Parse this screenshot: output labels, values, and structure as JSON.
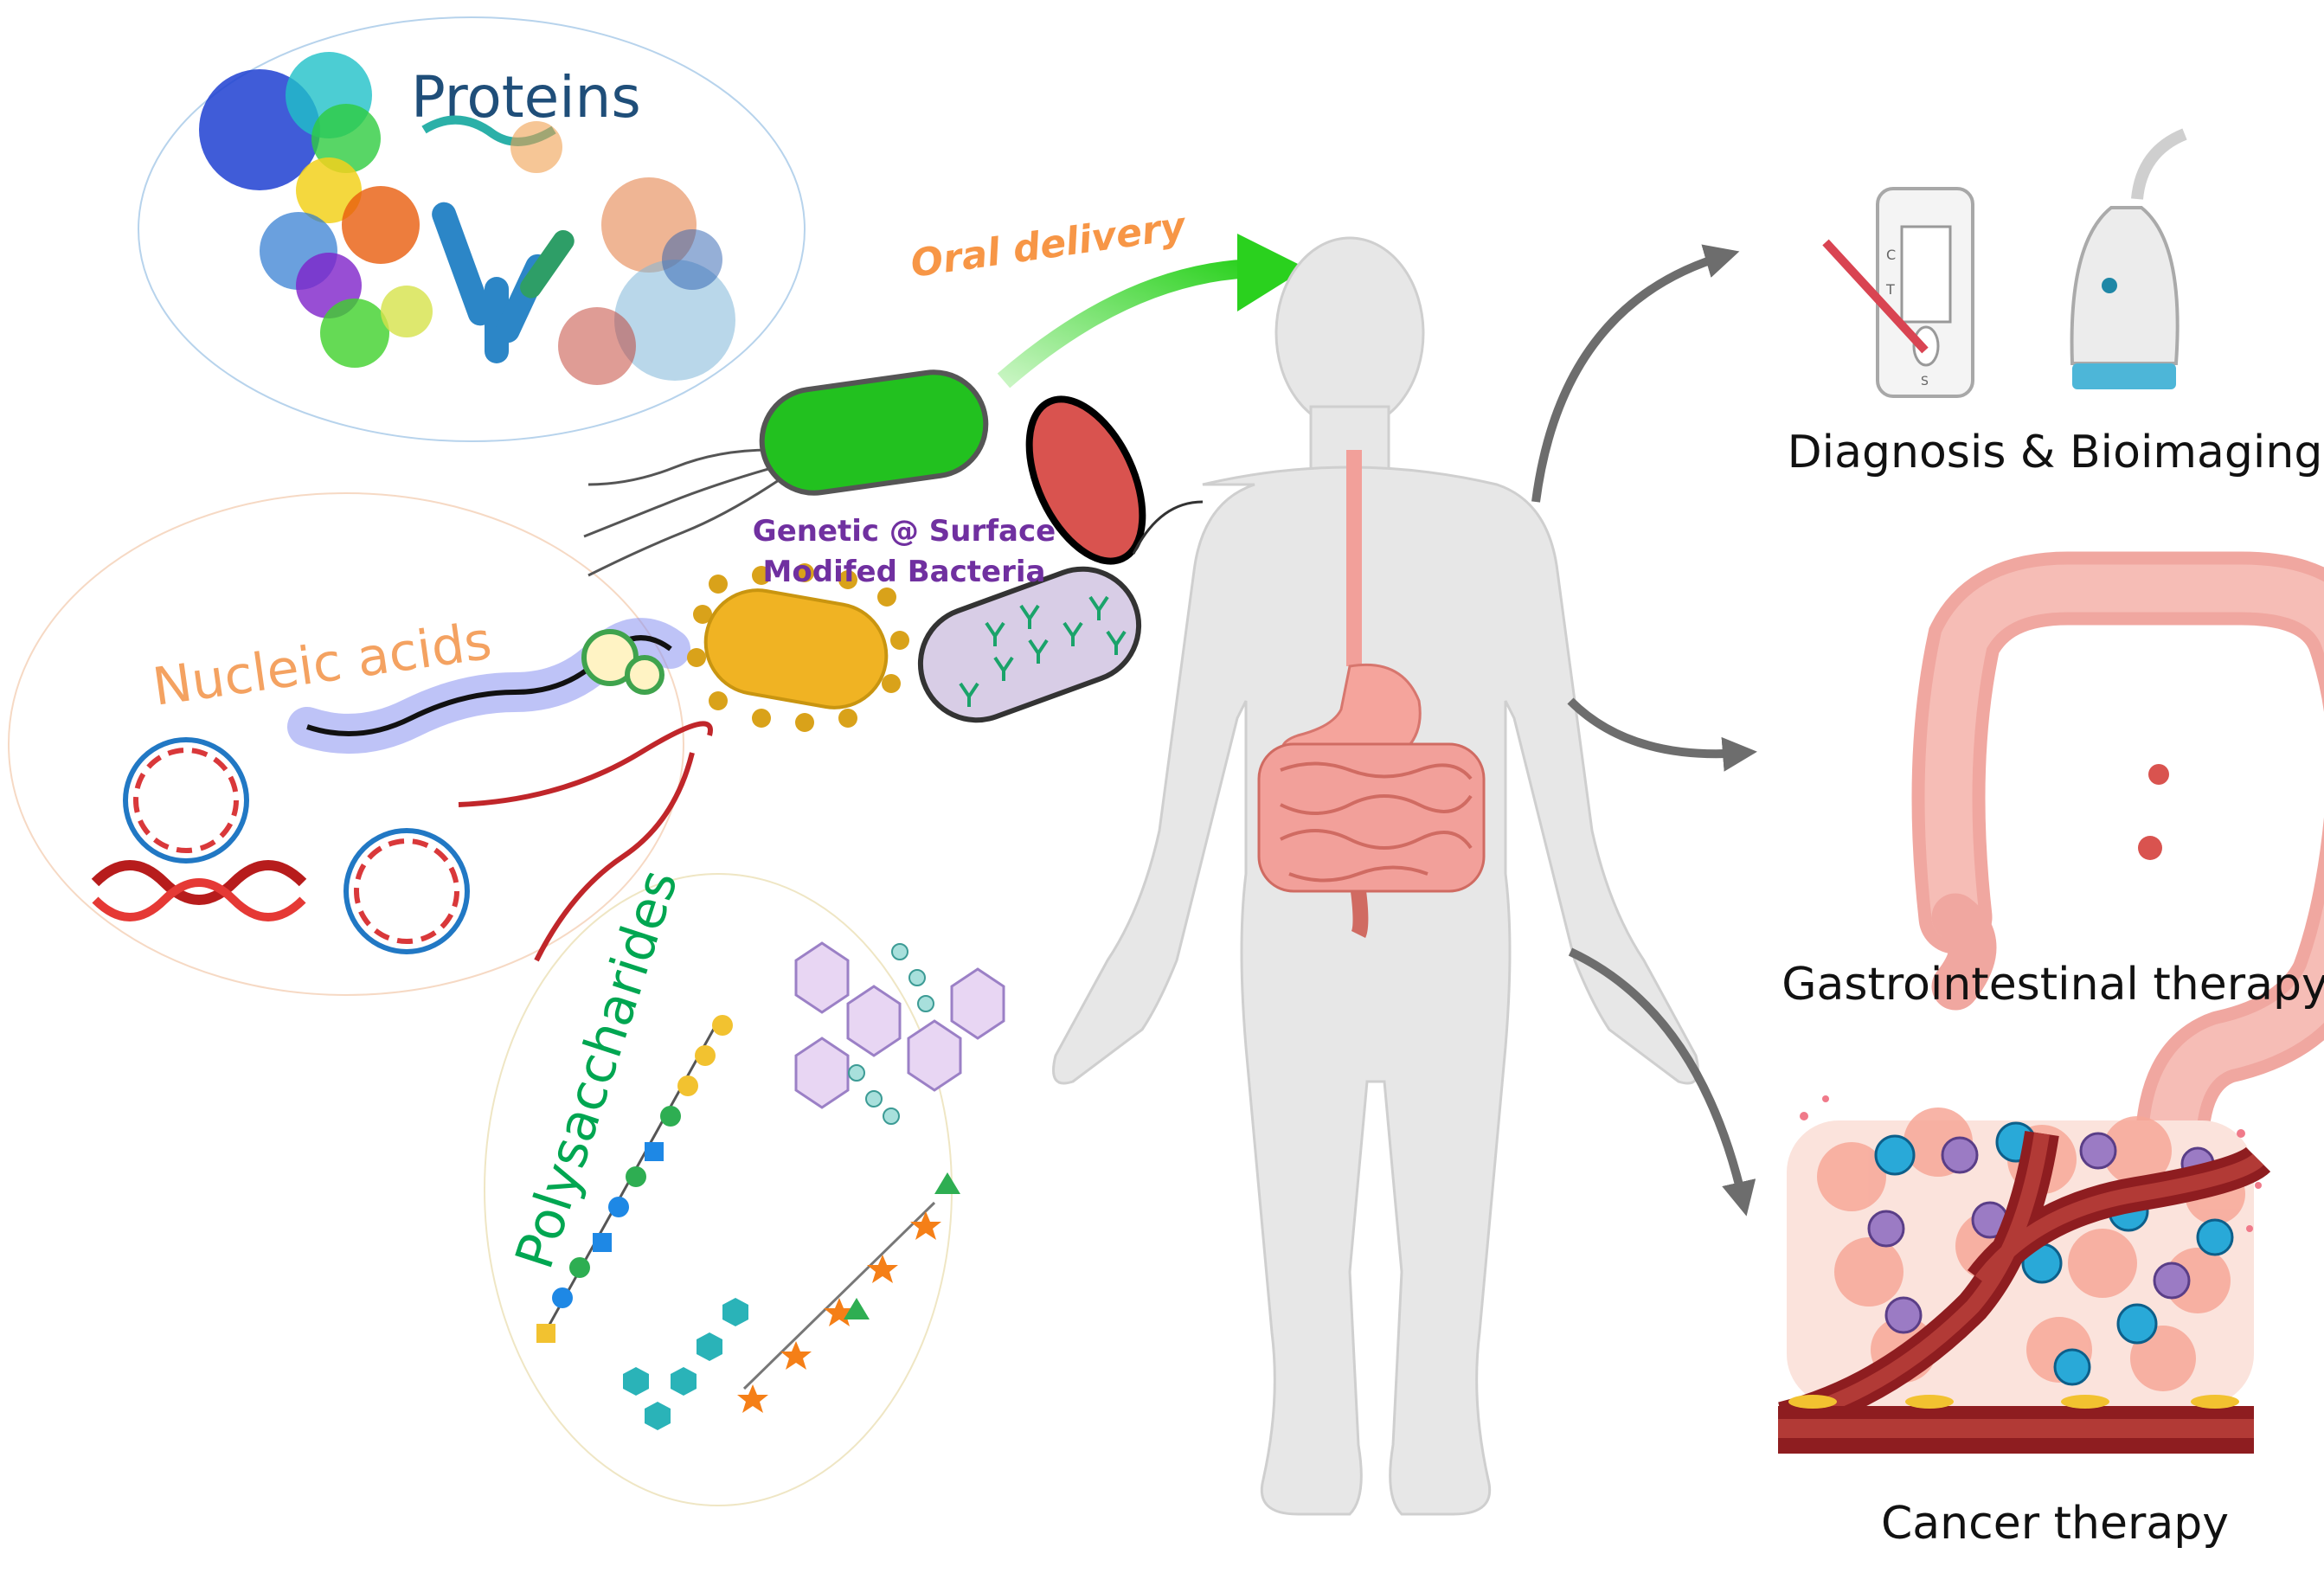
{
  "categories": {
    "proteins": "Proteins",
    "nucleic_acids": "Nucleic acids",
    "polysaccharides": "Polysaccharides"
  },
  "bacteria": {
    "delivery_label": "Oral delivery",
    "label_line1": "Genetic @ Surface",
    "label_line2": "Modifed  Bacteria"
  },
  "applications": {
    "diagnosis": "Diagnosis & Bioimaging",
    "gi": "Gastrointestinal therapy",
    "cancer": "Cancer therapy"
  },
  "test_strip": {
    "c": "C",
    "t": "T",
    "s": "S"
  },
  "colors": {
    "proteins_title": "#1f4e79",
    "nucleic_title": "#f4a261",
    "poly_title": "#00a651",
    "bacteria_label": "#7030a0",
    "oral_delivery": "#f79646",
    "green_bacterium": "#22c11f",
    "red_bacterium": "#d9534f",
    "yellow_bacterium": "#f0b323",
    "purple_bacterium": "#d8cde6",
    "arrow_gray": "#6d6d6d"
  },
  "icons": [
    "protein-structures",
    "dna-helices",
    "glycan-chains",
    "human-body",
    "test-strip",
    "ultrasound-probe",
    "colon",
    "tumor-microenvironment"
  ]
}
